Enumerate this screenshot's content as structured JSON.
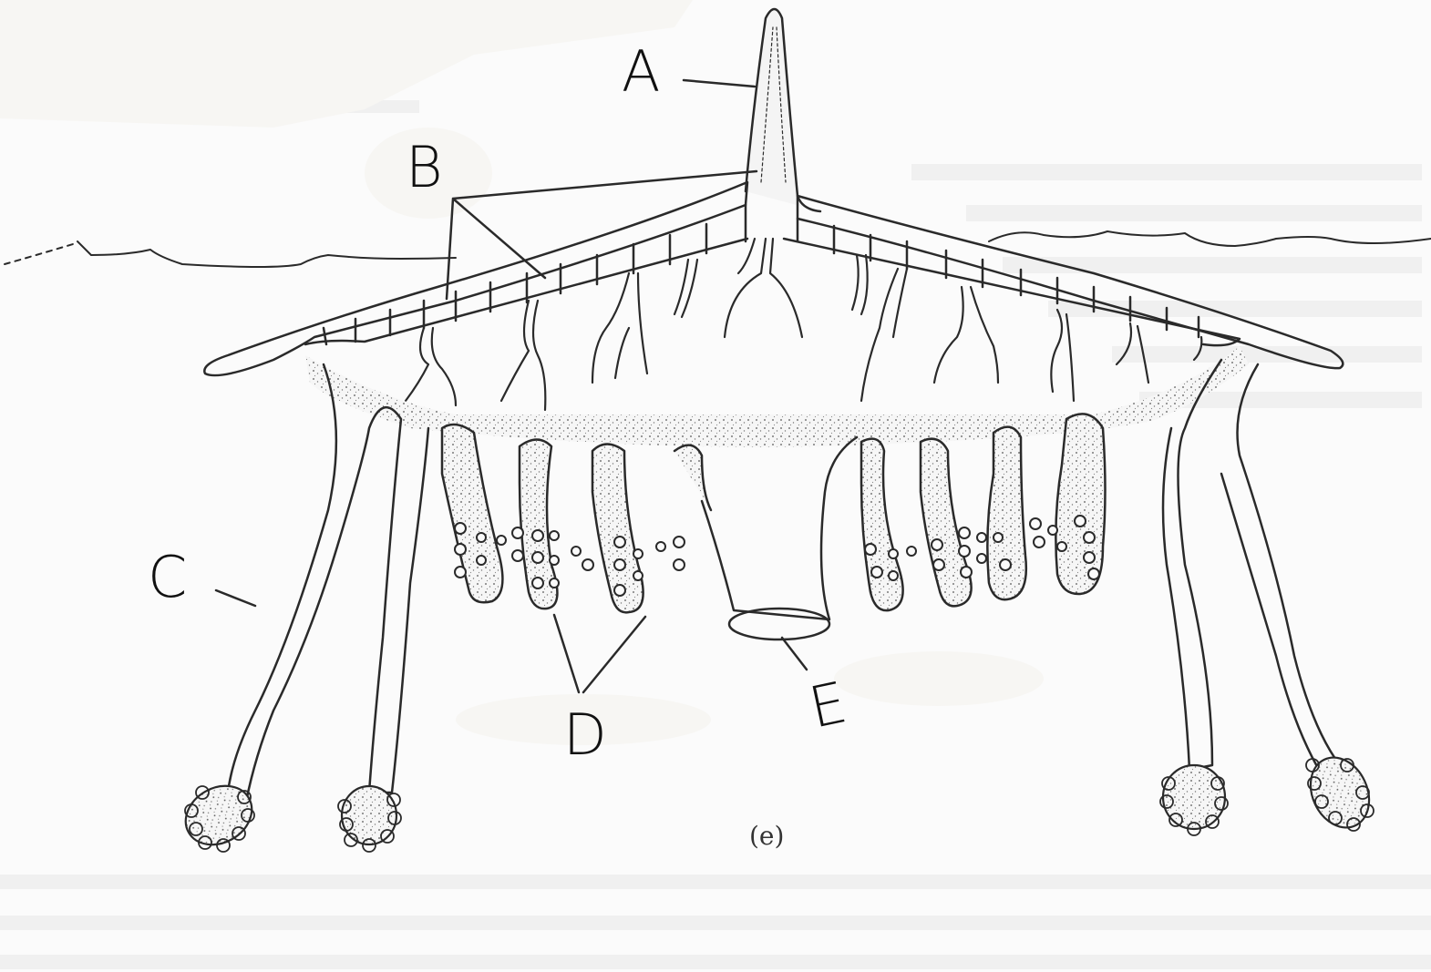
{
  "figure": {
    "caption": "(e)",
    "subject": "Chondrophore colony (float with sail, zooids and tentacles) at water surface",
    "labels": [
      {
        "id": "A",
        "text": "A",
        "points_to": "sail tip (crest of float)"
      },
      {
        "id": "B",
        "text": "B",
        "points_to": "chambered float (pneumatophore)"
      },
      {
        "id": "C",
        "text": "C",
        "points_to": "outer tentacle (dactylozooid)"
      },
      {
        "id": "D",
        "text": "D",
        "points_to": "gonozooids with medusoid buds"
      },
      {
        "id": "E",
        "text": "E",
        "points_to": "central gastrozooid mouth"
      }
    ]
  },
  "colors": {
    "background": "#fbfbfb",
    "ink": "#2a2a2a",
    "label_ink": "#111111",
    "whiteout_patch": "#f7f6f3"
  }
}
